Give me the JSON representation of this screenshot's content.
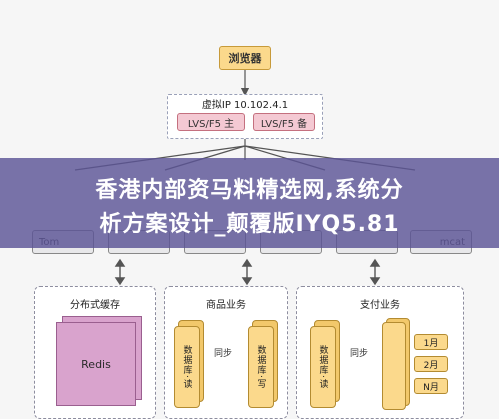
{
  "diagram": {
    "browser": "浏览器",
    "vip": "虚拟IP 10.102.4.1",
    "lvs_primary": "LVS/F5 主",
    "lvs_backup": "LVS/F5 备",
    "tomcat_left": "Tom",
    "tomcat_right": "mcat",
    "groups": {
      "cache": {
        "title": "分布式缓存",
        "store": "Redis"
      },
      "product": {
        "title": "商品业务",
        "db_read": "数据库·读",
        "db_write": "数据库·写",
        "sync": "同步"
      },
      "payment": {
        "title": "支付业务",
        "db_read": "数据库·读",
        "sync": "同步",
        "months": [
          "1月",
          "2月",
          "N月"
        ]
      }
    }
  },
  "banner": {
    "line1": "香港内部资马料精选网,系统分",
    "line2": "析方案设计_颠覆版IYQ5.81"
  }
}
